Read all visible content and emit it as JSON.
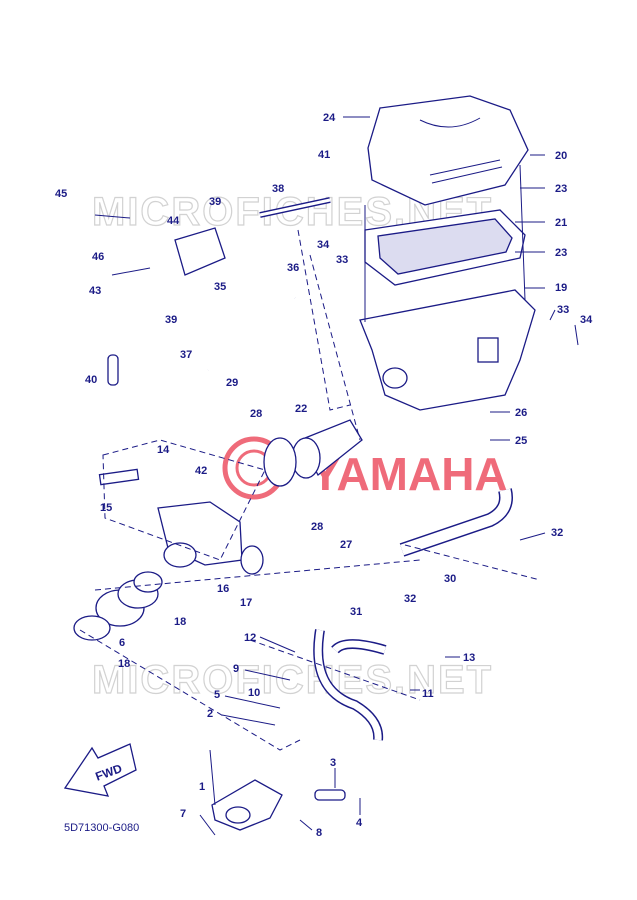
{
  "diagram": {
    "drawing_code": "5D71300-G080",
    "direction_label": "FWD",
    "brand_logo_text": "YAMAHA",
    "watermark_text": "MICROFICHES.NET",
    "callouts": [
      "1",
      "2",
      "3",
      "4",
      "5",
      "6",
      "7",
      "8",
      "9",
      "10",
      "11",
      "12",
      "13",
      "14",
      "15",
      "16",
      "17",
      "18",
      "18",
      "19",
      "20",
      "21",
      "22",
      "23",
      "23",
      "24",
      "25",
      "26",
      "27",
      "28",
      "28",
      "29",
      "30",
      "31",
      "32",
      "32",
      "33",
      "33",
      "34",
      "34",
      "35",
      "36",
      "37",
      "38",
      "39",
      "39",
      "40",
      "41",
      "42",
      "43",
      "44",
      "45",
      "46"
    ]
  }
}
